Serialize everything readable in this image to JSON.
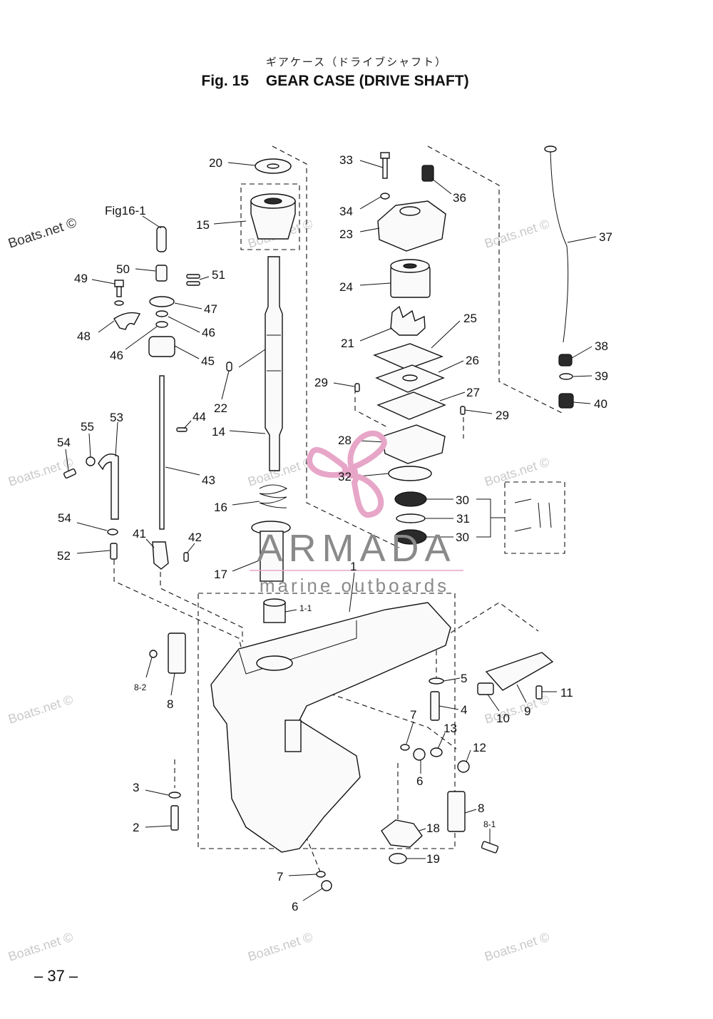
{
  "header": {
    "title_jp": "ギアケース（ドライブシャフト）",
    "fig_label": "Fig. 15",
    "title_en": "GEAR CASE (DRIVE SHAFT)"
  },
  "page_number": "– 37 –",
  "reference": "Fig16-1",
  "watermark": "Boats.net ©",
  "brand": {
    "name": "ARMADA",
    "tagline": "marine outboards",
    "accent_color": "#e7a6c8"
  },
  "part_labels": {
    "p20": "20",
    "p15": "15",
    "p50": "50",
    "p51": "51",
    "p49": "49",
    "p47": "47",
    "p48": "48",
    "p46a": "46",
    "p46b": "46",
    "p45": "45",
    "p22": "22",
    "p44": "44",
    "p14": "14",
    "p55": "55",
    "p53": "53",
    "p54a": "54",
    "p43": "43",
    "p16": "16",
    "p54b": "54",
    "p41": "41",
    "p42": "42",
    "p52": "52",
    "p17": "17",
    "p1": "1",
    "p1_1": "1-1",
    "p8_2": "8-2",
    "p8a": "8",
    "p33": "33",
    "p36": "36",
    "p34": "34",
    "p23": "23",
    "p37": "37",
    "p24": "24",
    "p25": "25",
    "p21": "21",
    "p26": "26",
    "p29a": "29",
    "p27": "27",
    "p29b": "29",
    "p28": "28",
    "p32": "32",
    "p38": "38",
    "p39": "39",
    "p40": "40",
    "p30a": "30",
    "p31": "31",
    "p30b": "30",
    "p5": "5",
    "p4": "4",
    "p11": "11",
    "p9": "9",
    "p10": "10",
    "p7a": "7",
    "p13": "13",
    "p12": "12",
    "p6a": "6",
    "p3": "3",
    "p2": "2",
    "p8b": "8",
    "p8_1": "8-1",
    "p18": "18",
    "p19": "19",
    "p7b": "7",
    "p6b": "6"
  }
}
